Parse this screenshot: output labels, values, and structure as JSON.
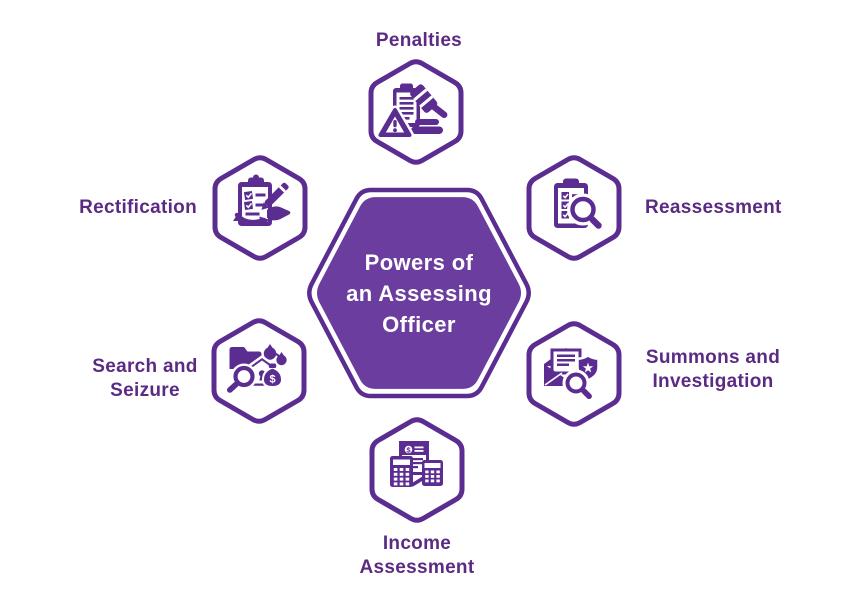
{
  "title": "Powers of an Assessing Officer",
  "colors": {
    "background": "#FFFFFF",
    "primary_purple": "#5C2D91",
    "center_fill": "#6A3D9E",
    "label_text": "#5B2B84",
    "center_text": "#FFFFFF",
    "hexagon_fill": "#FFFFFF"
  },
  "center": {
    "label": "Powers of\nan Assessing\nOfficer"
  },
  "nodes": [
    {
      "id": "penalties",
      "label": "Penalties",
      "icon": "clipboard-gavel-warning-icon",
      "position": "top"
    },
    {
      "id": "reassessment",
      "label": "Reassessment",
      "icon": "checklist-magnifier-icon",
      "position": "upper-right"
    },
    {
      "id": "summons-investigation",
      "label": "Summons and\nInvestigation",
      "icon": "envelope-badge-magnifier-icon",
      "position": "lower-right"
    },
    {
      "id": "income-assessment",
      "label": "Income\nAssessment",
      "icon": "receipt-calculators-icon",
      "position": "bottom"
    },
    {
      "id": "search-seizure",
      "label": "Search and\nSeizure",
      "icon": "folder-house-moneybag-magnifier-icon",
      "position": "lower-left"
    },
    {
      "id": "rectification",
      "label": "Rectification",
      "icon": "checklist-pencil-hand-icon",
      "position": "upper-left"
    }
  ],
  "icons": {
    "dollar_glyph": "$"
  }
}
